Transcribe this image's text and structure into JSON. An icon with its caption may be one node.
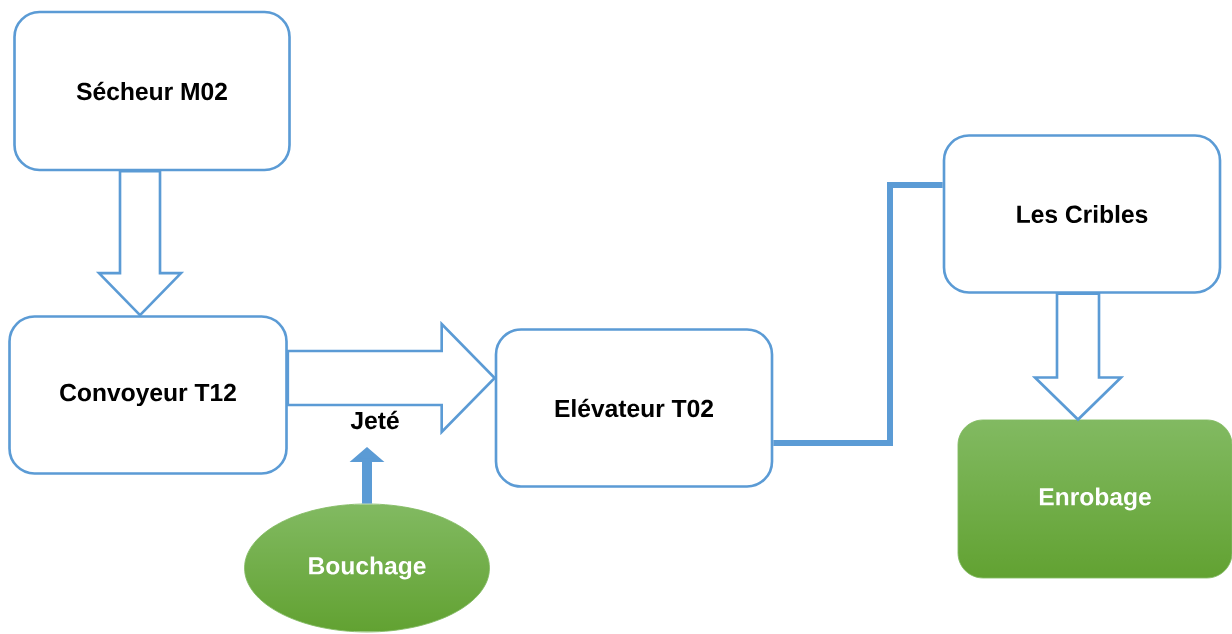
{
  "diagram": {
    "nodes": [
      {
        "text": [
          "Sécheur M02"
        ]
      },
      {
        "text": [
          "Convoyeur T12"
        ]
      },
      {
        "text": [
          "Elévateur T02"
        ]
      },
      {
        "text": [
          "Les Cribles"
        ]
      },
      {
        "text": [
          "Bouchage"
        ]
      },
      {
        "text": [
          "Enrobage"
        ]
      }
    ],
    "edges": [
      {
        "from": 0,
        "to": 1,
        "arrow": "to"
      },
      {
        "from": 1,
        "to": 2,
        "arrow": "to",
        "label": "Jeté"
      },
      {
        "from": 2,
        "to": 3,
        "arrow": "none"
      },
      {
        "from": 4,
        "to": null,
        "arrow": "to"
      },
      {
        "from": 3,
        "to": 5,
        "arrow": "to"
      }
    ]
  }
}
